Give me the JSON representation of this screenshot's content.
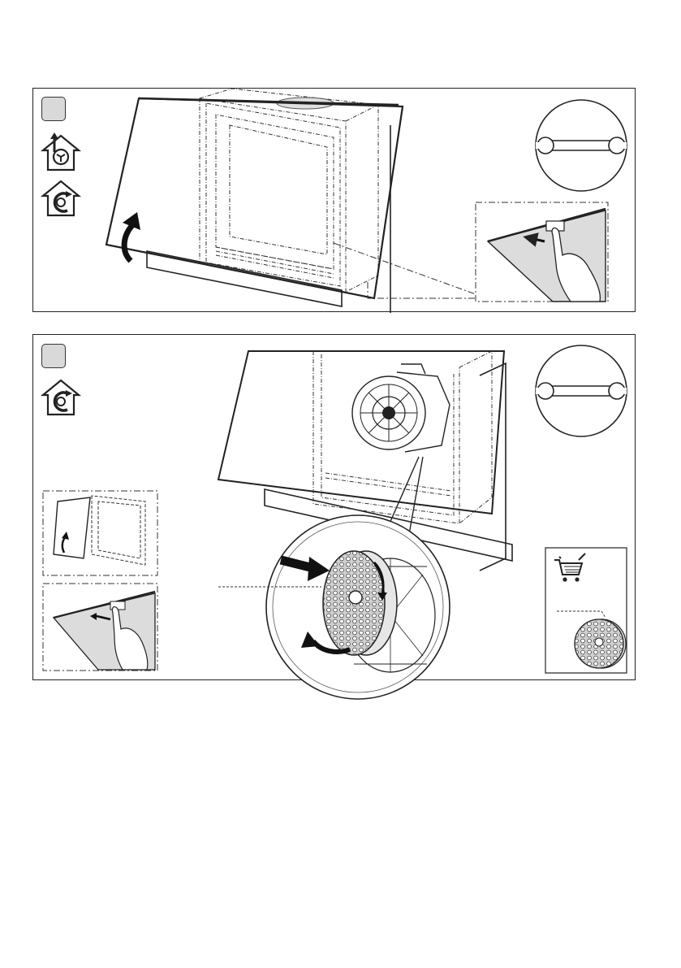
{
  "page": {
    "background": "#ffffff",
    "line_color": "#222222",
    "fill_gray": "#d9d9d9"
  },
  "steps": [
    {
      "id": "step-1",
      "icons": [
        "ducted-extraction-icon",
        "recirculation-icon"
      ],
      "tool_icon": "wrench-icon",
      "actions": [
        "lift-front-panel",
        "press-release-latch"
      ]
    },
    {
      "id": "step-2",
      "icons": [
        "recirculation-icon"
      ],
      "tool_icon": "wrench-icon",
      "actions": [
        "open-panel",
        "press-release-latch",
        "insert-and-rotate-carbon-filter"
      ],
      "accessory_icon": "shopping-cart-icon"
    }
  ]
}
